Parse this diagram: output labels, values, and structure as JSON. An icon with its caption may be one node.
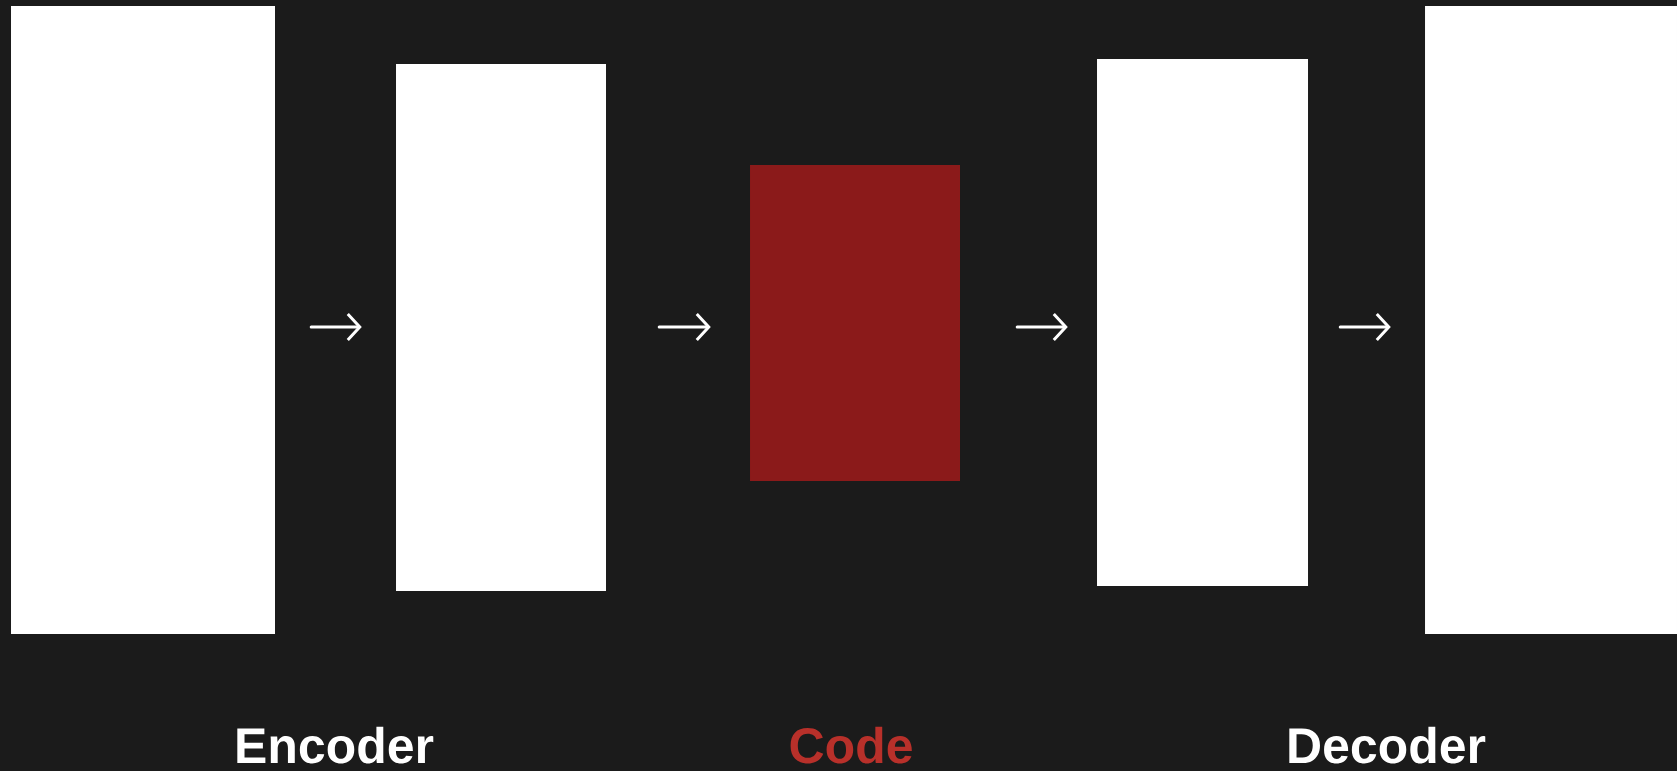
{
  "diagram": {
    "nodes": [
      {
        "text": [],
        "shape": "box"
      },
      {
        "text": [],
        "shape": "box"
      },
      {
        "text": [],
        "shape": "box"
      },
      {
        "text": [],
        "shape": "box"
      },
      {
        "text": [],
        "shape": "box"
      }
    ],
    "edges": [
      {
        "from": 0,
        "to": 1,
        "arrow": "to"
      },
      {
        "from": 1,
        "to": 2,
        "arrow": "to"
      },
      {
        "from": 2,
        "to": 3,
        "arrow": "to"
      },
      {
        "from": 3,
        "to": 4,
        "arrow": "to"
      }
    ],
    "labels": [
      "Encoder",
      "Code",
      "Decoder"
    ]
  }
}
